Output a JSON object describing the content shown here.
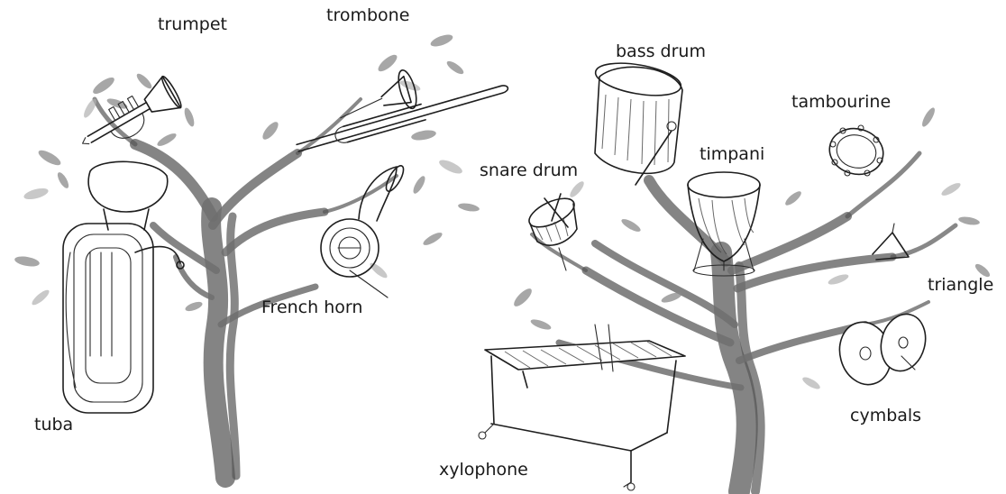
{
  "instruments": {
    "trumpet": "trumpet",
    "trombone": "trombone",
    "tuba": "tuba",
    "french_horn": "French horn",
    "bass_drum": "bass drum",
    "snare_drum": "snare drum",
    "timpani": "timpani",
    "tambourine": "tambourine",
    "triangle": "triangle",
    "cymbals": "cymbals",
    "xylophone": "xylophone"
  }
}
